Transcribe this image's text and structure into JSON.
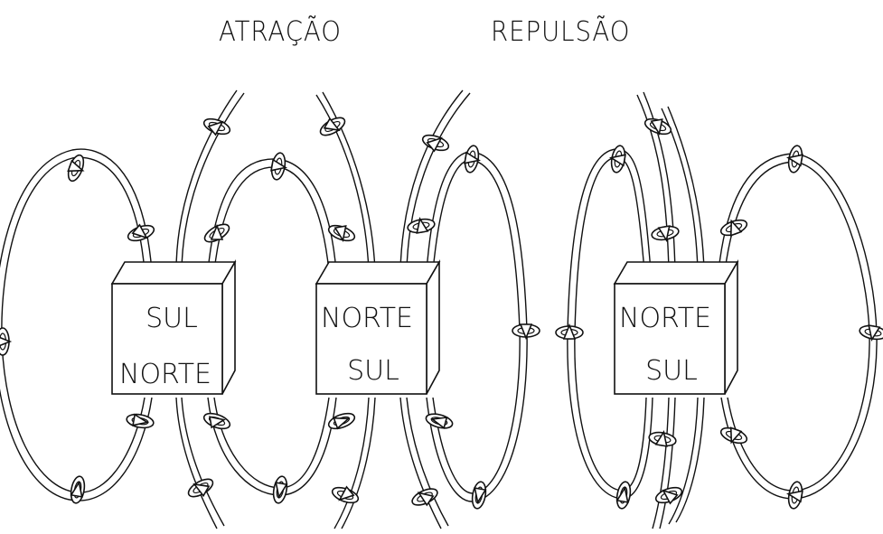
{
  "headings": {
    "attraction": "ATRAÇÃO",
    "repulsion": "REPULSÃO"
  },
  "magnets": [
    {
      "top_label": "SUL",
      "bottom_label": "NORTE"
    },
    {
      "top_label": "NORTE",
      "bottom_label": "SUL"
    },
    {
      "top_label": "NORTE",
      "bottom_label": "SUL"
    }
  ],
  "colors": {
    "ink": "#111111",
    "paper": "#ffffff"
  },
  "icons": {
    "direction_marker": "triangle-arrow-icon",
    "loop_ring": "ring-icon"
  }
}
